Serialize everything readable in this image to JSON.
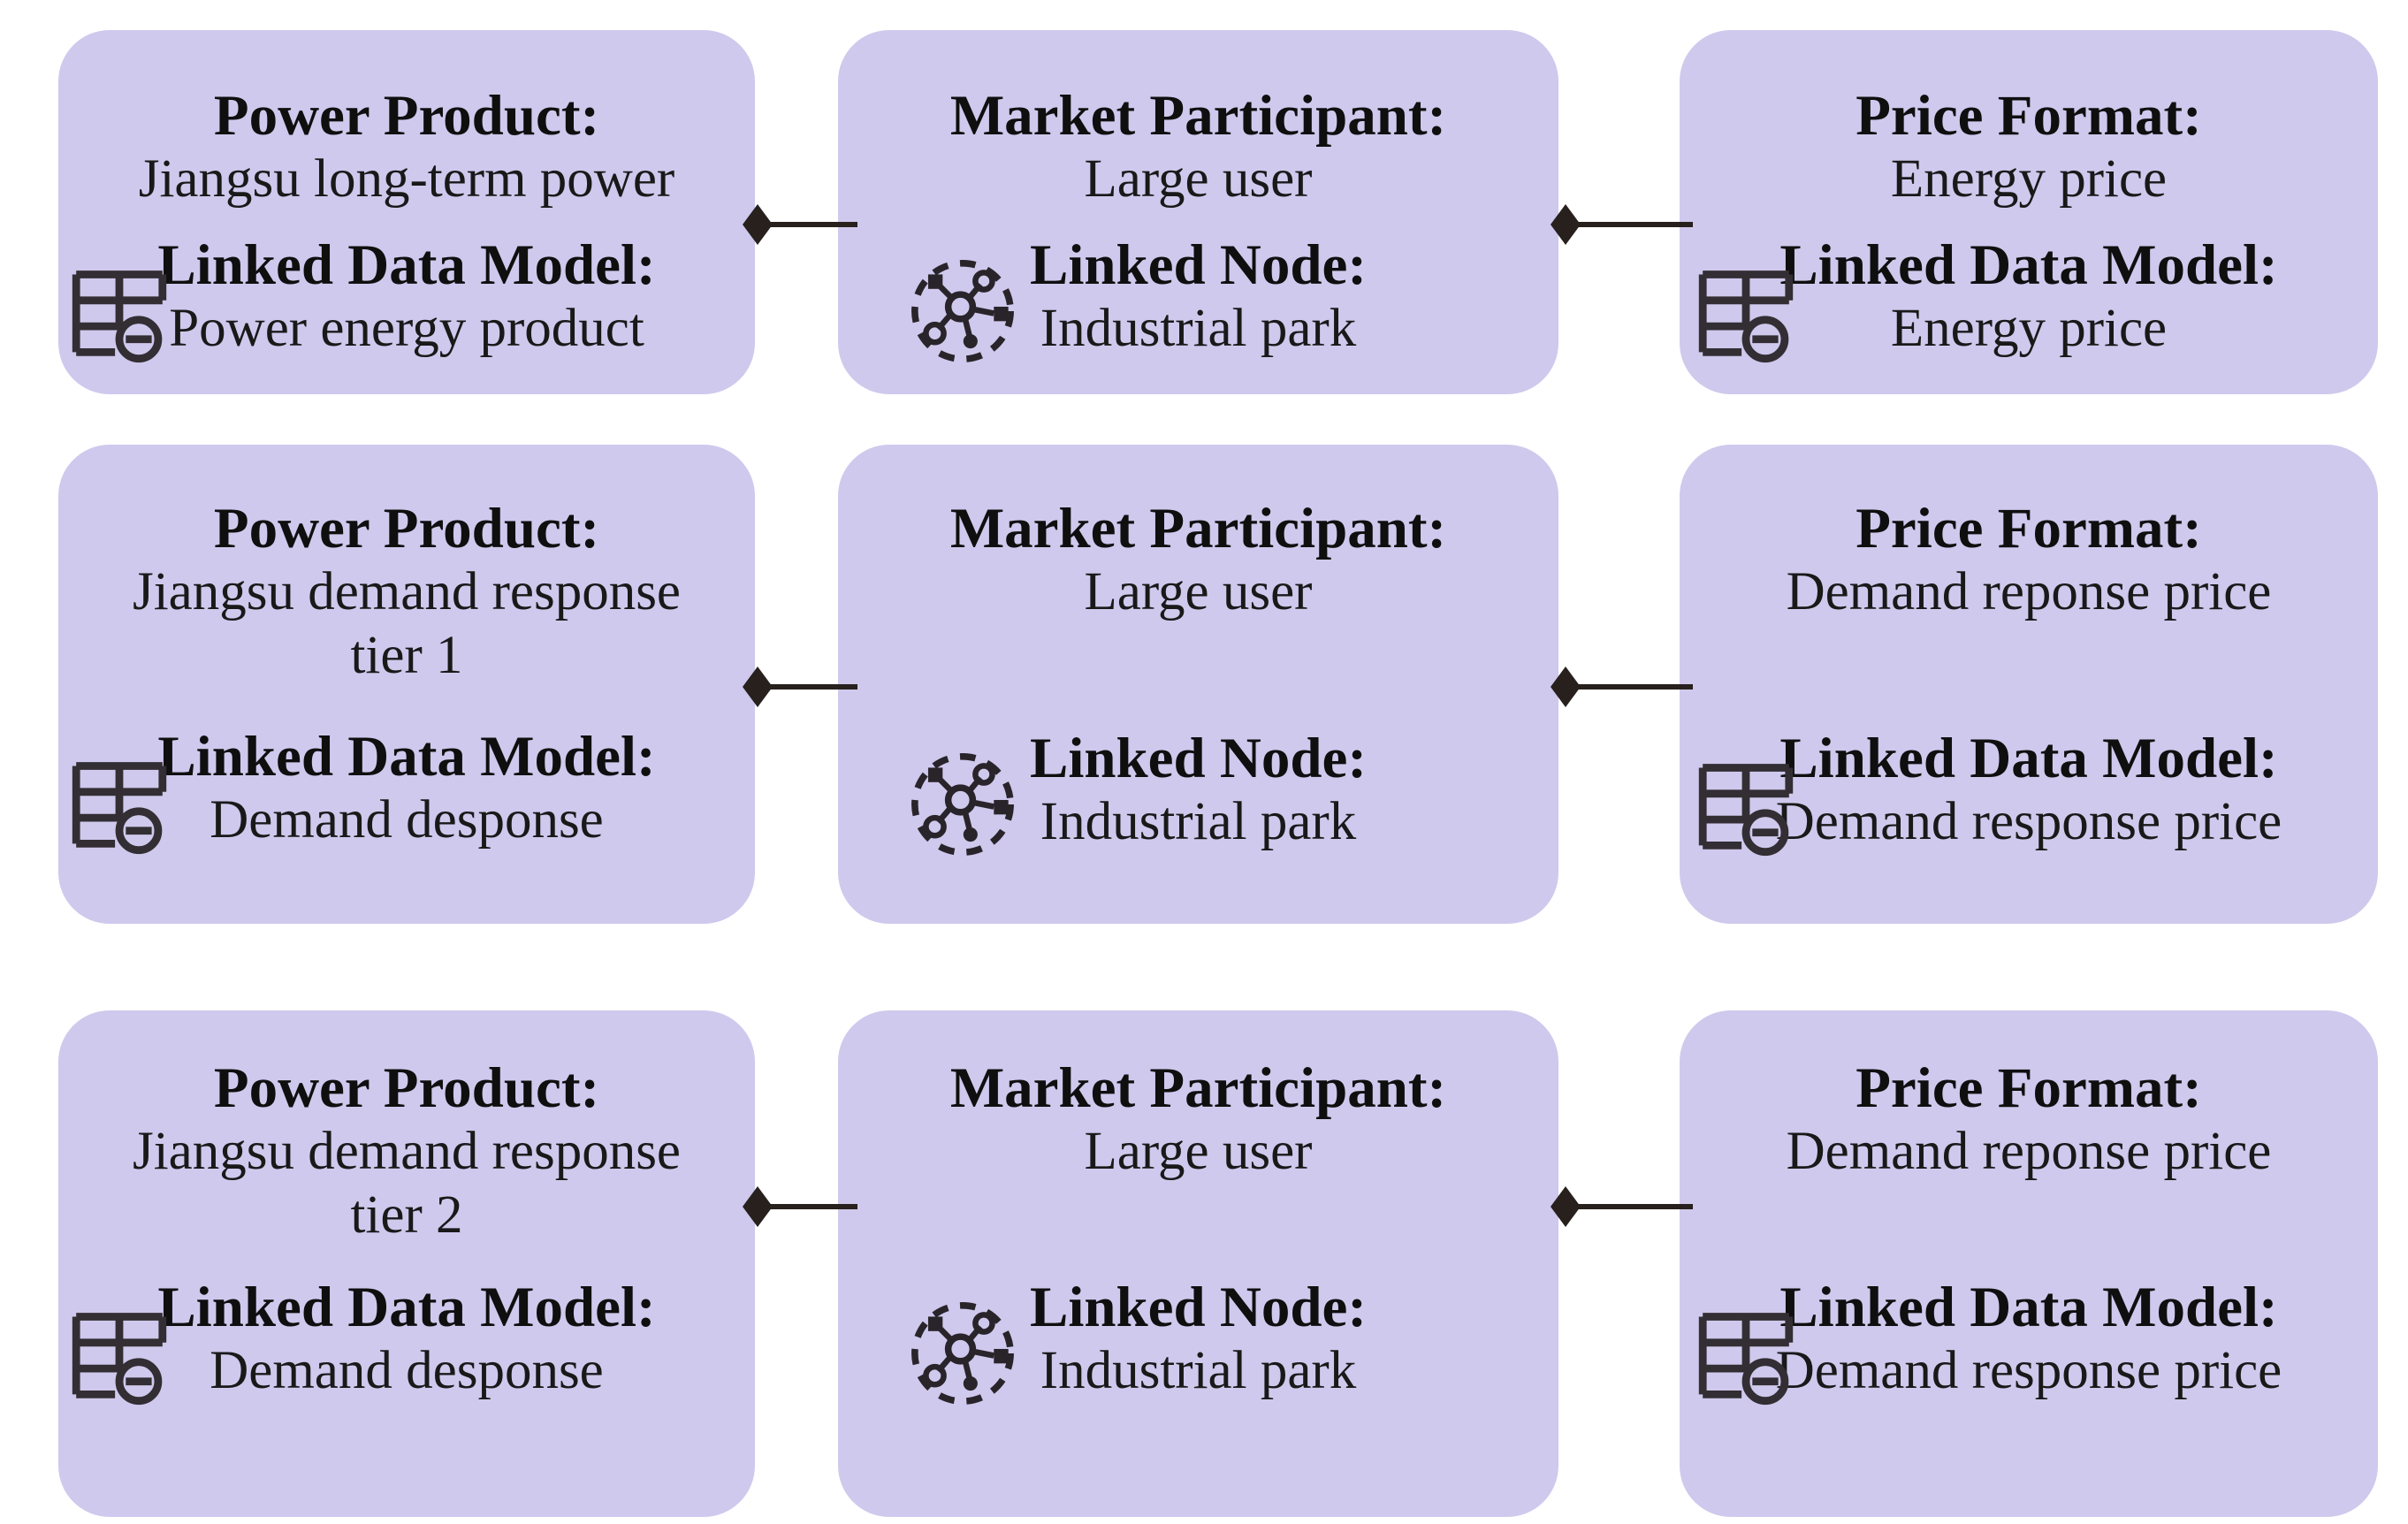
{
  "palette": {
    "card_fill": "#cfc9ed",
    "ink": "#141414",
    "connector": "#27201d",
    "background": "#ffffff"
  },
  "icons": {
    "data_model": "table-with-circled-minus",
    "network_node": "dashed-circle-molecule-network"
  },
  "cards": [
    {
      "title": "Power Product:",
      "value1": "Jiangsu long-term power",
      "linked_label": "Linked Data Model:",
      "linked_value": "Power energy product",
      "icon": "data-model"
    },
    {
      "title": "Market Participant:",
      "value1": "Large user",
      "linked_label": "Linked Node:",
      "linked_value": "Industrial park",
      "icon": "network-node"
    },
    {
      "title": "Price Format:",
      "value1": "Energy price",
      "linked_label": "Linked Data Model:",
      "linked_value": "Energy price",
      "icon": "data-model"
    },
    {
      "title": "Power Product:",
      "value1": "Jiangsu demand response",
      "value2": "tier 1",
      "linked_label": "Linked Data Model:",
      "linked_value": "Demand desponse",
      "icon": "data-model"
    },
    {
      "title": "Market Participant:",
      "value1": "Large user",
      "linked_label": "Linked Node:",
      "linked_value": "Industrial park",
      "icon": "network-node"
    },
    {
      "title": "Price Format:",
      "value1": "Demand reponse price",
      "linked_label": "Linked Data Model:",
      "linked_value": "Demand response price",
      "icon": "data-model"
    },
    {
      "title": "Power Product:",
      "value1": "Jiangsu demand response",
      "value2": "tier 2",
      "linked_label": "Linked Data Model:",
      "linked_value": "Demand desponse",
      "icon": "data-model"
    },
    {
      "title": "Market Participant:",
      "value1": "Large user",
      "linked_label": "Linked Node:",
      "linked_value": "Industrial park",
      "icon": "network-node"
    },
    {
      "title": "Price Format:",
      "value1": "Demand reponse price",
      "linked_label": "Linked Data Model:",
      "linked_value": "Demand response price",
      "icon": "data-model"
    }
  ]
}
